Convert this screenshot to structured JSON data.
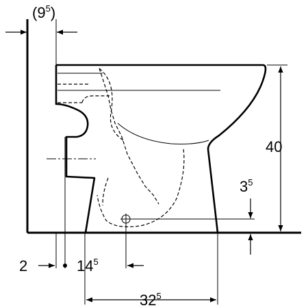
{
  "colors": {
    "line": "#000000",
    "background": "#ffffff"
  },
  "dimensions": {
    "offset_top": {
      "open": "(",
      "main": "9",
      "sup": "5",
      "close": ")"
    },
    "height": {
      "main": "40"
    },
    "outlet_height": {
      "main": "3",
      "sup": "5"
    },
    "wall_gap": {
      "main": "2"
    },
    "outlet_offset": {
      "main": "14",
      "sup": "5"
    },
    "depth": {
      "main": "32",
      "sup": "5"
    }
  }
}
